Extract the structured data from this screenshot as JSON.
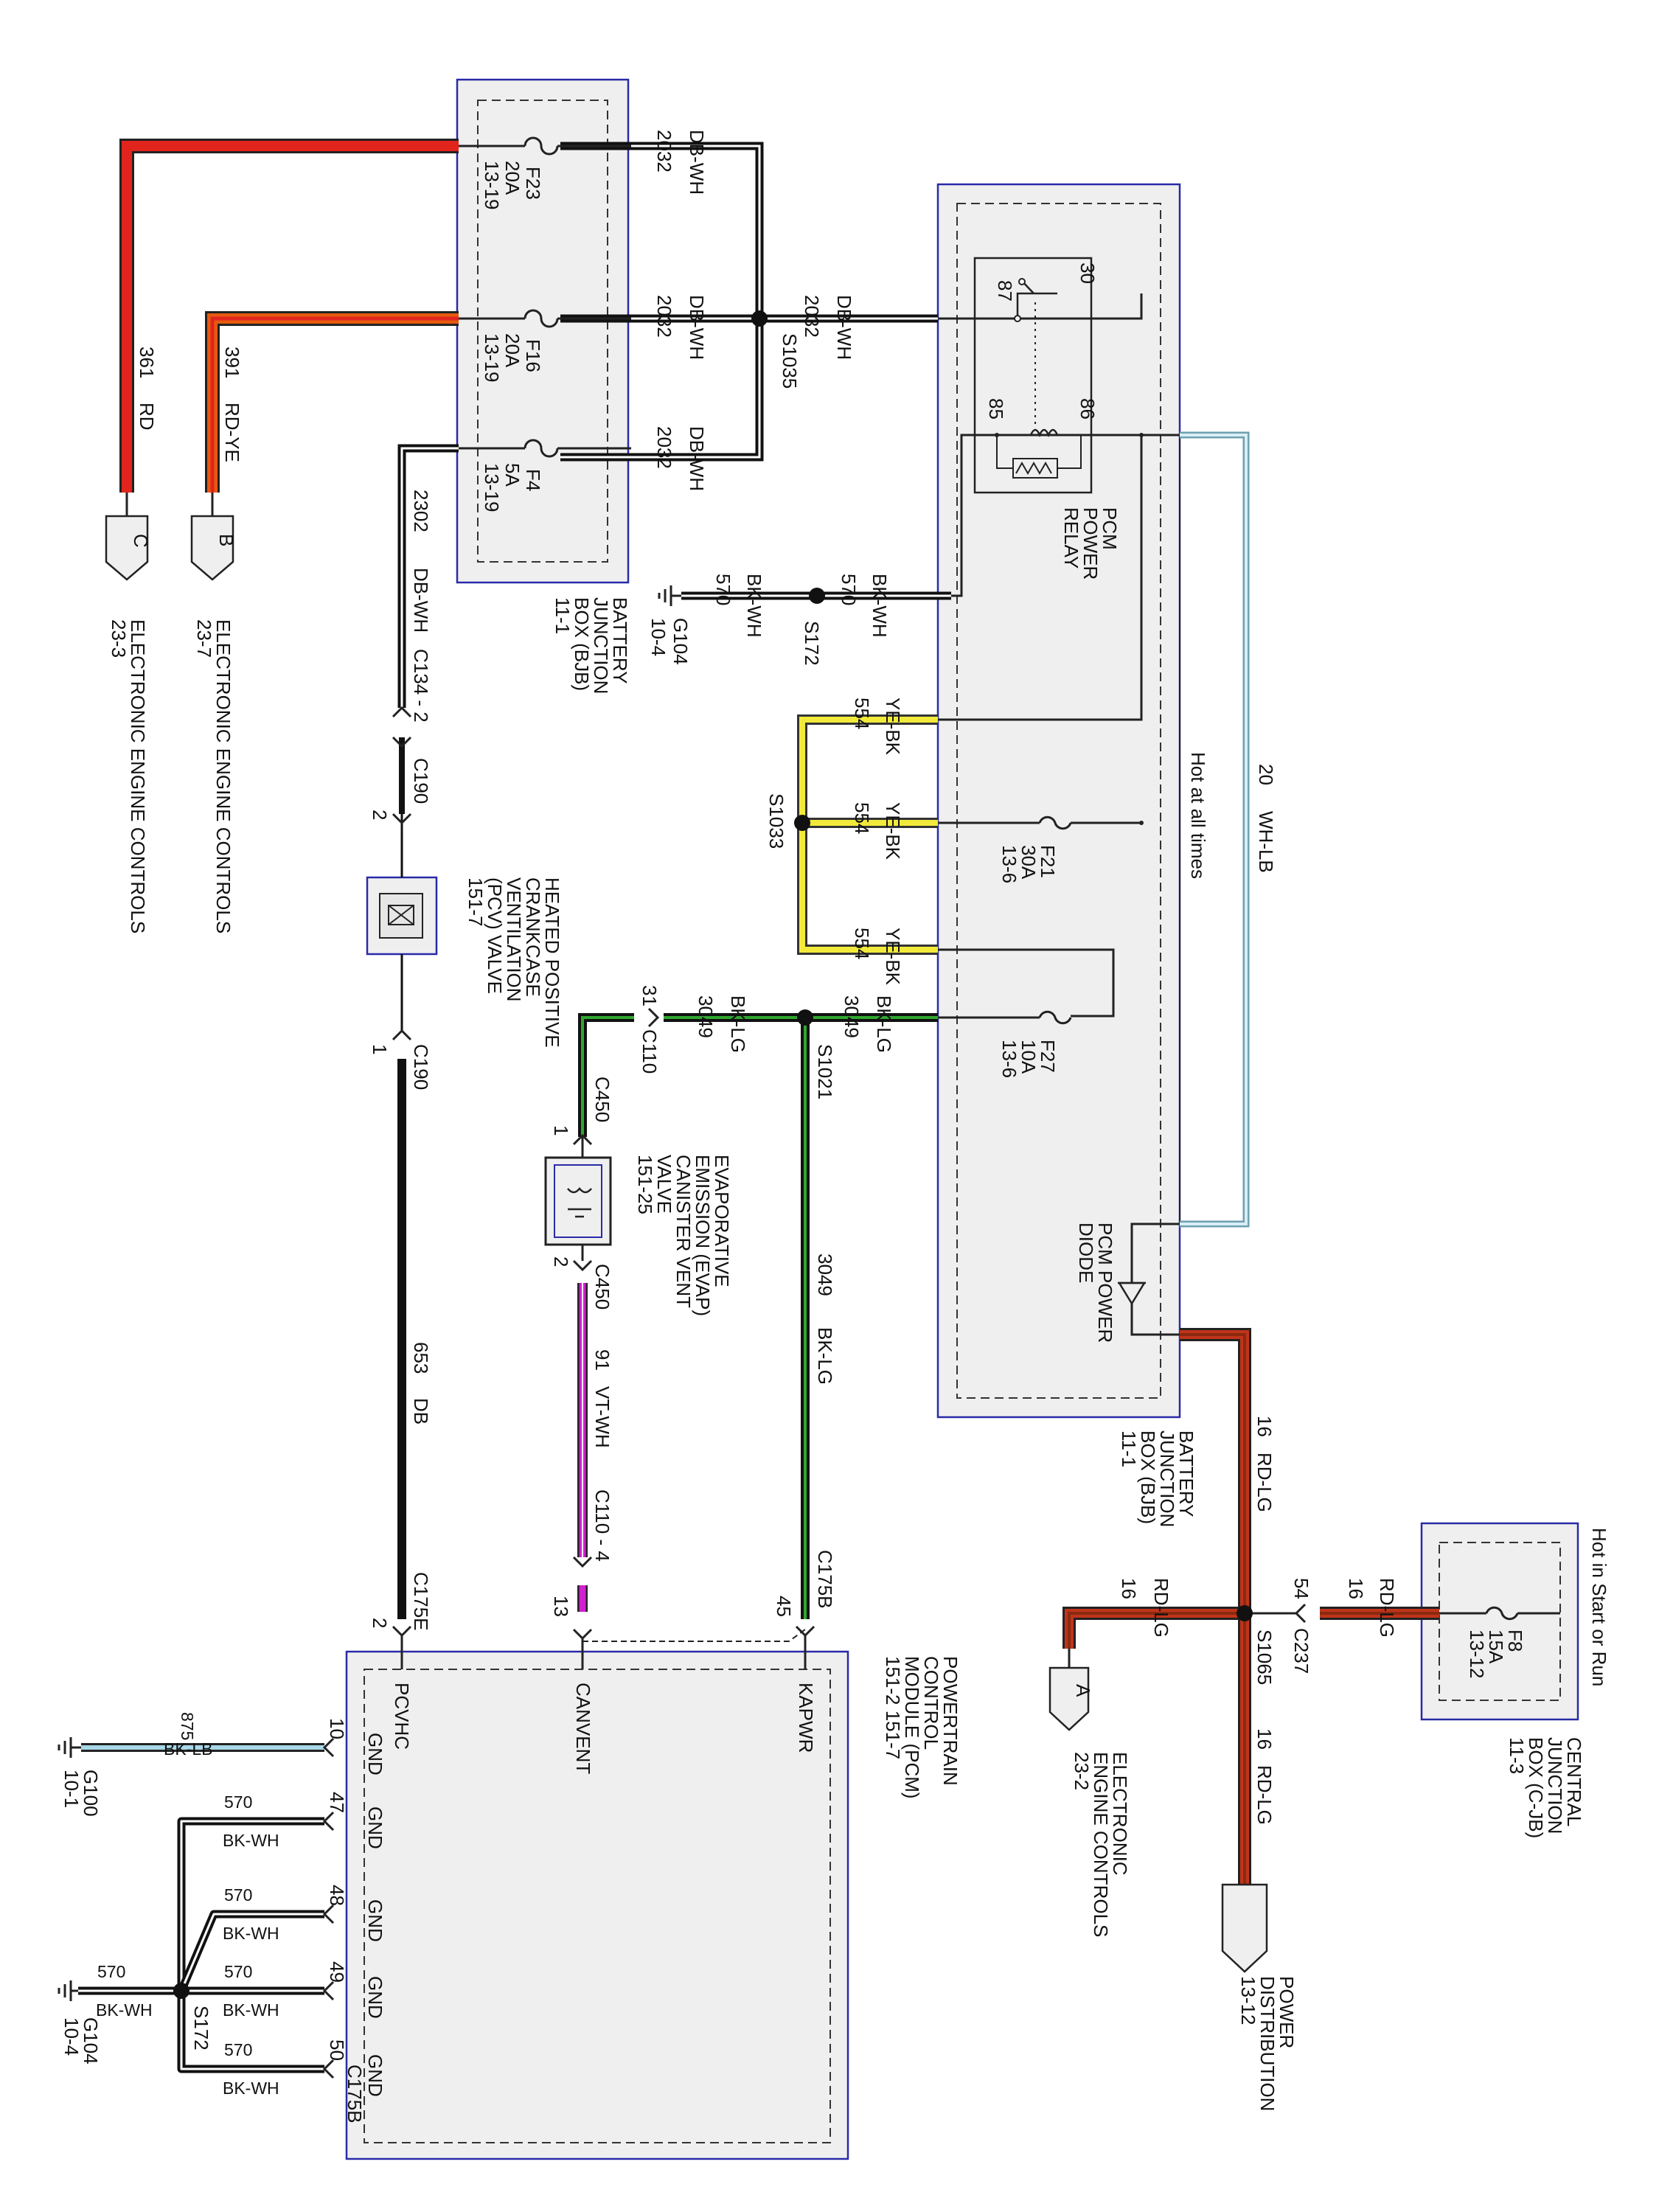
{
  "bjb_top": {
    "fuses": [
      {
        "id": "F23",
        "amps": "20A",
        "ref": "13-19"
      },
      {
        "id": "F16",
        "amps": "20A",
        "ref": "13-19"
      },
      {
        "id": "F4",
        "amps": "5A",
        "ref": "13-19"
      }
    ],
    "label": [
      "BATTERY",
      "JUNCTION",
      "BOX (BJB)",
      "11-1"
    ]
  },
  "bjb_relay": {
    "relay_label": [
      "PCM",
      "POWER",
      "RELAY"
    ],
    "relay_pins": [
      "87",
      "30",
      "85",
      "86"
    ],
    "fuses": [
      {
        "id": "F21",
        "amps": "30A",
        "ref": "13-6"
      },
      {
        "id": "F27",
        "amps": "10A",
        "ref": "13-6"
      }
    ],
    "hot_note": "Hot at all times",
    "diode_label": [
      "PCM POWER",
      "DIODE"
    ],
    "label": [
      "BATTERY",
      "JUNCTION",
      "BOX (BJB)",
      "11-1"
    ]
  },
  "cjb": {
    "fuse": {
      "id": "F8",
      "amps": "15A",
      "ref": "13-12"
    },
    "note": "Hot in Start or Run",
    "label": [
      "CENTRAL",
      "JUNCTION",
      "BOX (C-JB)",
      "11-3"
    ]
  },
  "pcm": {
    "label": [
      "POWERTRAIN",
      "CONTROL",
      "MODULE (PCM)",
      "151-2   151-7"
    ],
    "pin_names": {
      "pcvhc": "PCVHC",
      "canvent": "CANVENT",
      "kapwr": "KAPWR",
      "gnd": "GND"
    },
    "pins": {
      "p2": "2",
      "p13": "13",
      "p45": "45",
      "p10": "10",
      "p47": "47",
      "p48": "48",
      "p49": "49",
      "p50": "50"
    },
    "connectors": {
      "c175e": "C175E",
      "c175b_top": "C175B",
      "c175b_bottom": "C175B"
    }
  },
  "wires": {
    "w2032": {
      "circuit": "2032",
      "color": "DB-WH"
    },
    "w361": {
      "circuit": "361",
      "color": "RD"
    },
    "w391": {
      "circuit": "391",
      "color": "RD-YE"
    },
    "w2302": {
      "circuit": "2302",
      "color": "DB-WH"
    },
    "w570": {
      "circuit": "570",
      "color": "BK-WH"
    },
    "w554": {
      "circuit": "554",
      "color": "YE-BK"
    },
    "w3049": {
      "circuit": "3049",
      "color": "BK-LG"
    },
    "w20": {
      "circuit": "20",
      "color": "WH-LB"
    },
    "w16": {
      "circuit": "16",
      "color": "RD-LG"
    },
    "w653": {
      "circuit": "653",
      "color": "DB"
    },
    "w91": {
      "circuit": "91",
      "color": "VT-WH"
    },
    "w875": {
      "circuit": "875",
      "color": "BK-LB"
    }
  },
  "splices": {
    "s1035": "S1035",
    "s172": "S172",
    "s1033": "S1033",
    "s1021": "S1021",
    "s1065": "S1065",
    "s172b": "S172"
  },
  "connectors": {
    "c134": "C134 - 2",
    "c190": "C190",
    "c190b": "C190",
    "c110": "C110",
    "c450": "C450",
    "c450b": "C450",
    "c110b": "C110 - 4",
    "c237": "C237",
    "pin2": "2",
    "pin1": "1",
    "pin31": "31",
    "pin1b": "1",
    "pin2b": "2",
    "pin54": "54"
  },
  "grounds": {
    "g104": {
      "id": "G104",
      "ref": "10-4"
    },
    "g100": {
      "id": "G100",
      "ref": "10-1"
    },
    "g104b": {
      "id": "G104",
      "ref": "10-4"
    }
  },
  "offpage": {
    "c": {
      "letter": "C",
      "ref": "23-3",
      "label": "ELECTRONIC ENGINE CONTROLS"
    },
    "b": {
      "letter": "B",
      "ref": "23-7",
      "label": "ELECTRONIC ENGINE CONTROLS"
    },
    "a": {
      "letter": "A",
      "label": [
        "ELECTRONIC",
        "ENGINE CONTROLS",
        "23-2"
      ]
    },
    "pd": {
      "label": [
        "POWER",
        "DISTRIBUTION",
        "13-12"
      ]
    }
  },
  "components": {
    "pcv": [
      "HEATED POSITIVE",
      "CRANKCASE",
      "VENTILATION",
      "(PCV) VALVE",
      "151-7"
    ],
    "evap": [
      "EVAPORATIVE",
      "EMISSION (EVAP)",
      "CANISTER VENT",
      "VALVE",
      "151-25"
    ]
  },
  "colors": {
    "blue_box": "#2a2aa8",
    "red": "#e1241c",
    "orange": "#e65a10",
    "brown": "#8a2a10",
    "yellow": "#f2ea3a",
    "green": "#2fa82f",
    "magenta": "#d020d0",
    "lightblue": "#a8d8e8",
    "fill": "#efefef"
  }
}
